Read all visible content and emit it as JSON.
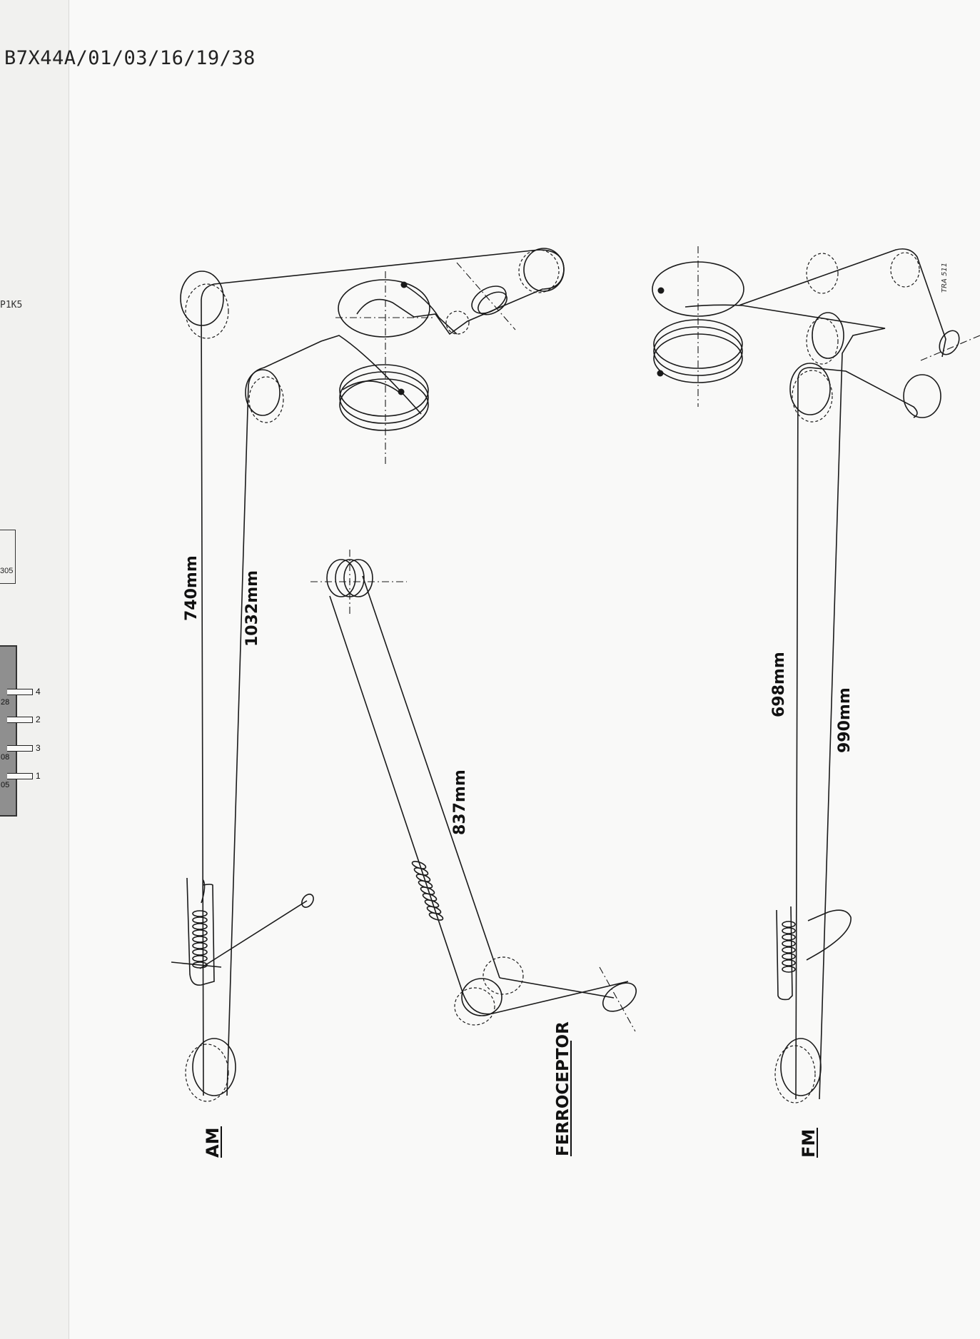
{
  "header": {
    "code": "B7X44A/01/03/16/19/38"
  },
  "edge": {
    "label": "P1K5",
    "box_value": "305",
    "pins": [
      "4",
      "2",
      "3",
      "1"
    ],
    "pin_side_labels": [
      "28",
      "08",
      "05"
    ]
  },
  "diagram": {
    "am": {
      "title": "AM",
      "lengths": [
        "740mm",
        "1032mm"
      ]
    },
    "ferroceptor": {
      "title": "FERROCEPTOR",
      "length": "837mm"
    },
    "fm": {
      "title": "FM",
      "lengths": [
        "698mm",
        "990mm"
      ]
    },
    "ref": "TRA 511"
  },
  "colors": {
    "ink": "#1a1a1a",
    "paper": "#f9f9f8",
    "board": "#8f8f8f"
  }
}
